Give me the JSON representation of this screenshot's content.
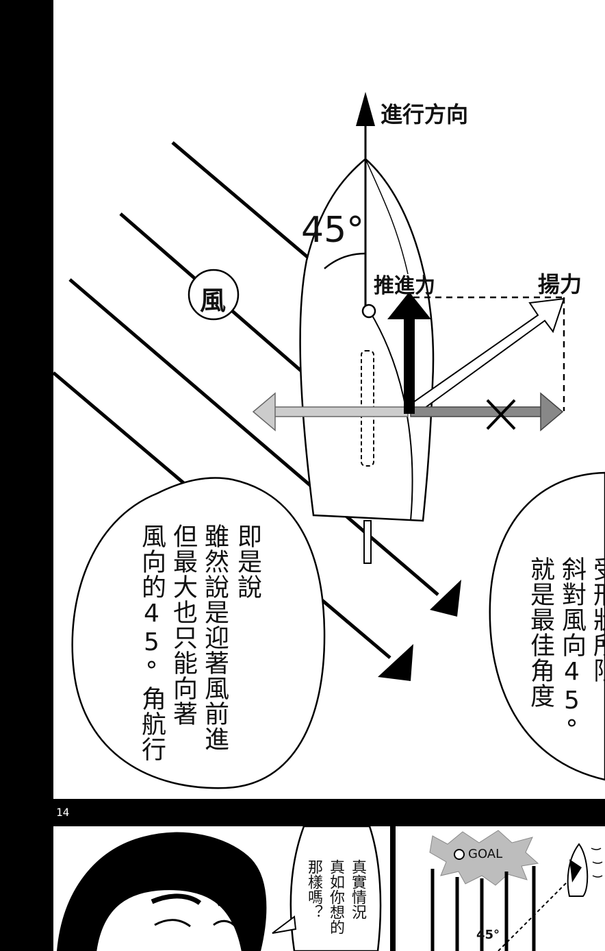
{
  "diagram": {
    "direction_label": "進行方向",
    "angle_label": "45°",
    "wind_label": "風",
    "thrust_label": "推進力",
    "lift_label": "揚力"
  },
  "bubbles": {
    "left": [
      "即是說",
      "雖然說是迎著風前進",
      "但最大也只能向著",
      "風向的45°角航行"
    ],
    "right": [
      "受形狀所限",
      "斜對風向45°",
      "就是最佳角度"
    ],
    "bottom": [
      "真實情況",
      "真如你想的",
      "那樣嗎？"
    ]
  },
  "page_number": "14",
  "inset": {
    "goal_label": "GOAL",
    "angle_label": "45°"
  }
}
